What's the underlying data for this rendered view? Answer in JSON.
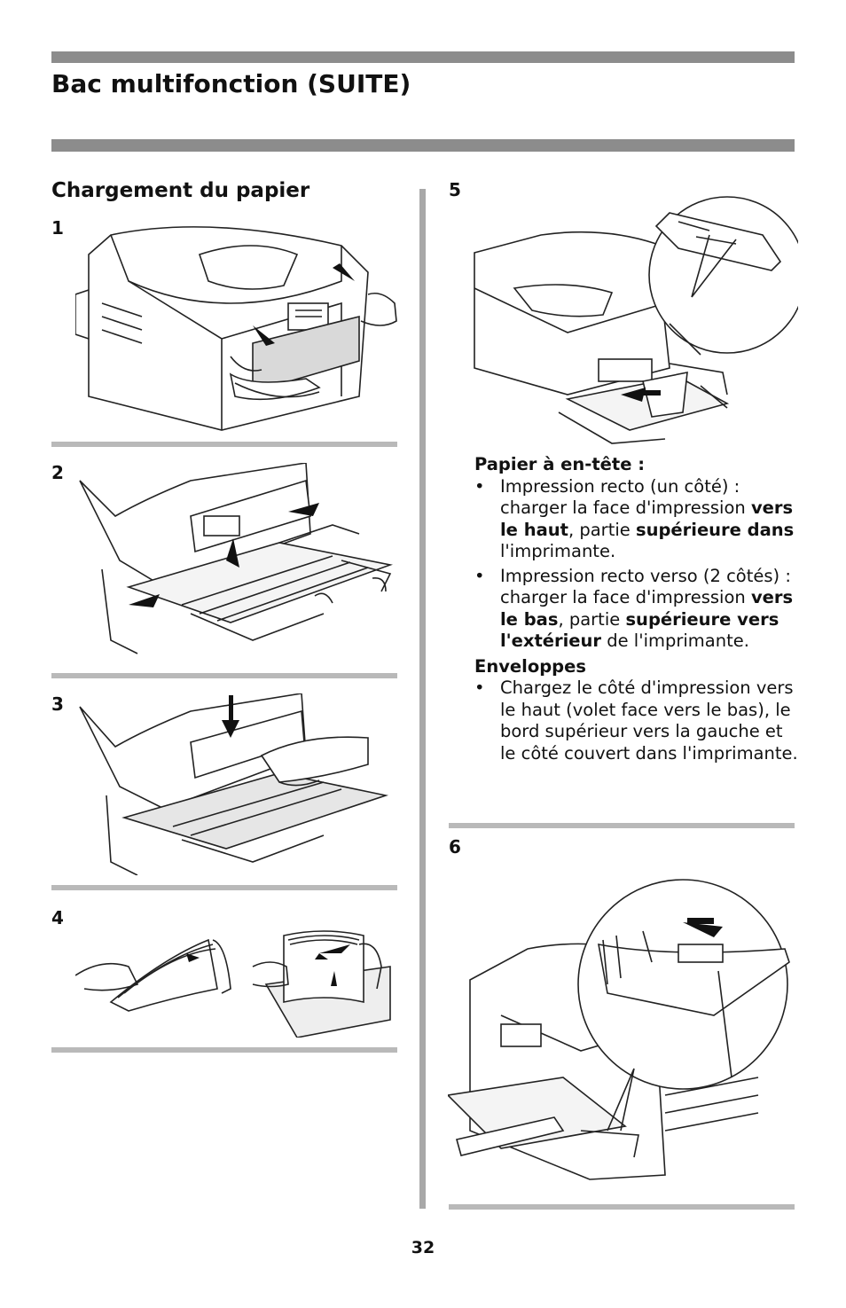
{
  "header": {
    "title": "Bac multifonction (SUITE)"
  },
  "section": {
    "title": "Chargement du papier"
  },
  "steps": [
    "1",
    "2",
    "3",
    "4",
    "5",
    "6"
  ],
  "step5": {
    "letterhead_heading": "Papier à en-tête :",
    "letterhead_items": [
      {
        "a": "Impression recto (un côté) : charger la face d'impression ",
        "b": "vers le haut",
        "c": ", partie ",
        "d": "supérieure dans",
        "e": " l'imprimante."
      },
      {
        "a": "Impression recto verso (2 côtés) : charger la face d'impression ",
        "b": "vers le bas",
        "c": ", partie ",
        "d": "supérieure vers l'extérieur",
        "e": " de l'imprimante."
      }
    ],
    "envelopes_heading": "Enveloppes",
    "envelopes_items": [
      {
        "a": "Chargez le côté d'impression vers le haut (volet face vers le bas), le bord supérieur vers la gauche et le côté couvert dans l'imprimante."
      }
    ]
  },
  "footer": {
    "page_number": "32"
  }
}
